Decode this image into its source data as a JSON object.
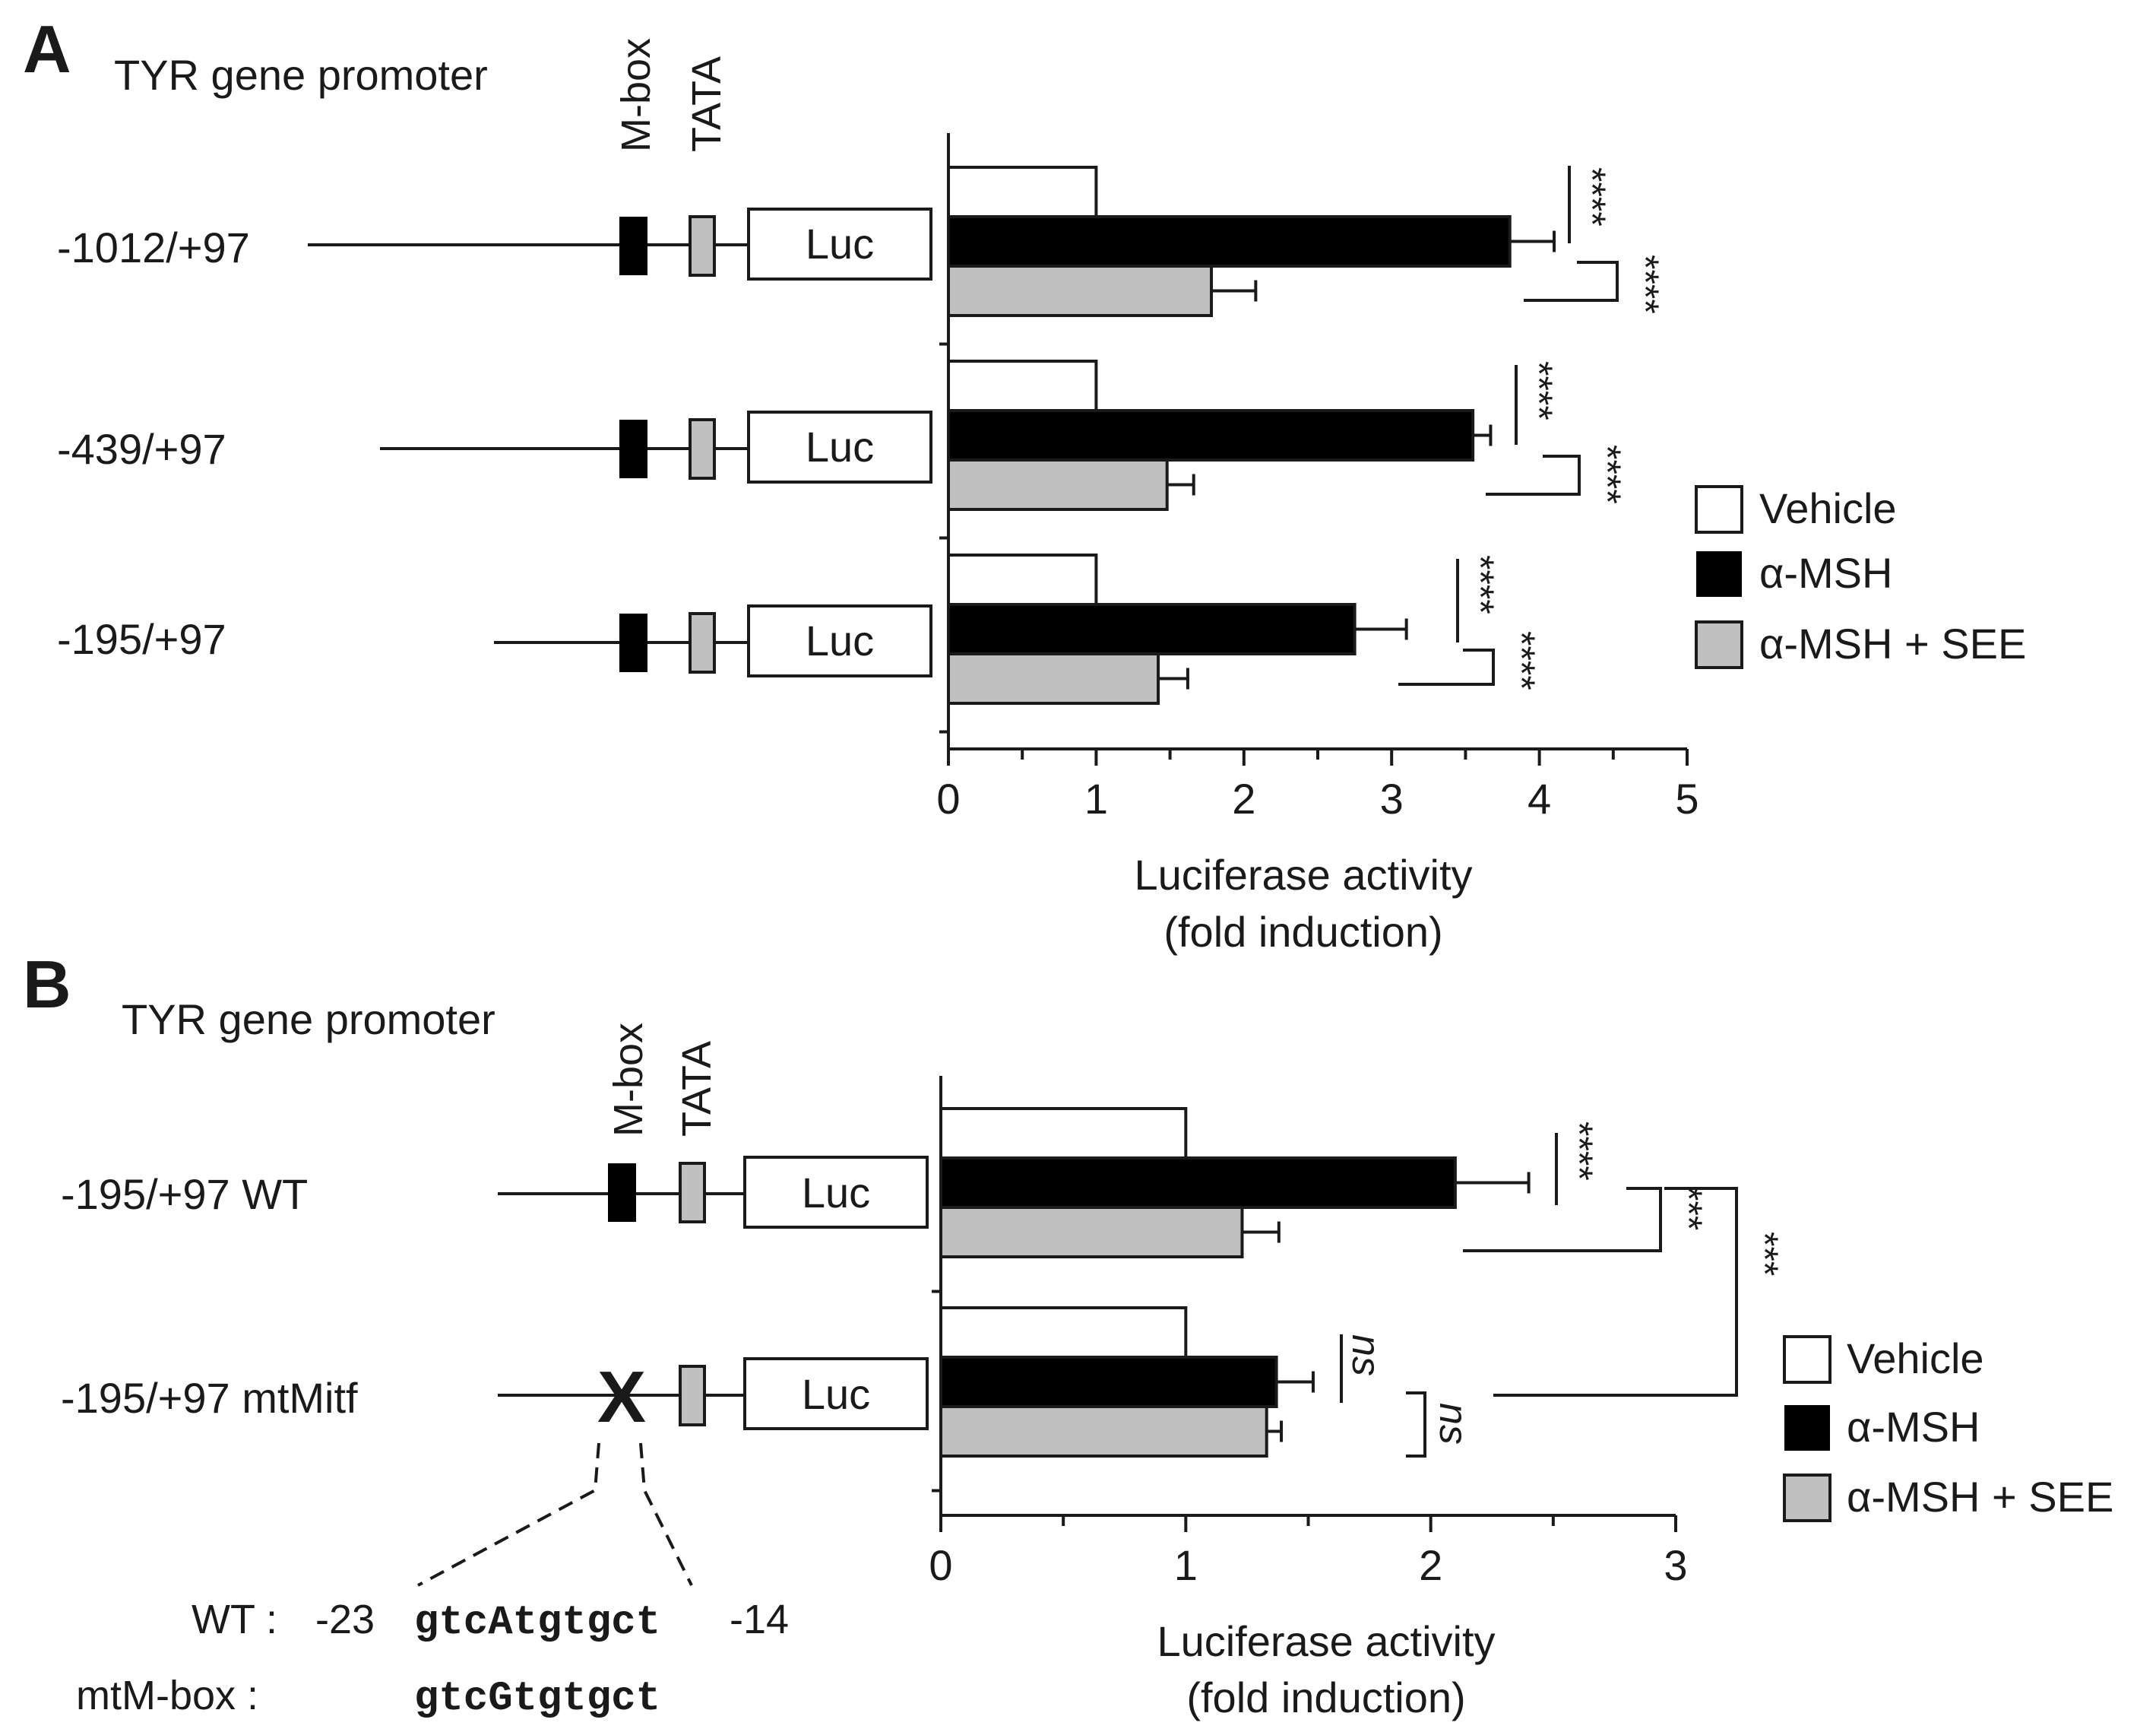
{
  "colors": {
    "vehicle": "#ffffff",
    "msh": "#000000",
    "see": "#c0c0c0",
    "stroke": "#1a1a1a"
  },
  "legend": {
    "vehicle": "Vehicle",
    "msh": "α-MSH",
    "see": "α-MSH + SEE"
  },
  "promoter": {
    "mbox": "M-box",
    "tata": "TATA",
    "luc": "Luc"
  },
  "panel_a": {
    "letter": "A",
    "title": "TYR gene promoter",
    "constructs": [
      "-1012/+97",
      "-439/+97",
      "-195/+97"
    ],
    "xlabel_line1": "Luciferase activity",
    "xlabel_line2": "(fold induction)",
    "sig": [
      "****",
      "****",
      "****",
      "****",
      "****",
      "****"
    ]
  },
  "panel_b": {
    "letter": "B",
    "title": "TYR gene promoter",
    "constructs": [
      "-195/+97 WT",
      "-195/+97 mtMitf"
    ],
    "mutation_mark": "X",
    "xlabel_line1": "Luciferase activity",
    "xlabel_line2": "(fold induction)",
    "sig": [
      "****",
      "***",
      "***",
      "ns",
      "ns"
    ],
    "seq": {
      "wt_label": "WT :",
      "wt_start": "-23",
      "wt_seq": "gtcAtgtgct",
      "wt_end": "-14",
      "mt_label": "mtM-box :",
      "mt_seq": "gtcGtgtgct"
    }
  },
  "chart_data": [
    {
      "type": "bar",
      "orientation": "horizontal",
      "categories": [
        "-1012/+97",
        "-439/+97",
        "-195/+97"
      ],
      "series": [
        {
          "name": "Vehicle",
          "values": [
            1.0,
            1.0,
            1.0
          ],
          "errors": [
            0,
            0,
            0
          ]
        },
        {
          "name": "α-MSH",
          "values": [
            3.8,
            3.55,
            2.75
          ],
          "errors": [
            0.3,
            0.12,
            0.35
          ]
        },
        {
          "name": "α-MSH + SEE",
          "values": [
            1.78,
            1.48,
            1.42
          ],
          "errors": [
            0.3,
            0.18,
            0.2
          ]
        }
      ],
      "xlabel": "Luciferase activity (fold induction)",
      "xlim": [
        0,
        5
      ],
      "xticks": [
        "0",
        "1",
        "2",
        "3",
        "4",
        "5"
      ],
      "legend": "right"
    },
    {
      "type": "bar",
      "orientation": "horizontal",
      "categories": [
        "-195/+97 WT",
        "-195/+97 mtMitf"
      ],
      "series": [
        {
          "name": "Vehicle",
          "values": [
            1.0,
            1.0
          ],
          "errors": [
            0,
            0
          ]
        },
        {
          "name": "α-MSH",
          "values": [
            2.1,
            1.37
          ],
          "errors": [
            0.3,
            0.15
          ]
        },
        {
          "name": "α-MSH + SEE",
          "values": [
            1.23,
            1.33
          ],
          "errors": [
            0.15,
            0.06
          ]
        }
      ],
      "xlabel": "Luciferase activity (fold induction)",
      "xlim": [
        0,
        3
      ],
      "xticks": [
        "0",
        "1",
        "2",
        "3"
      ],
      "legend": "right"
    }
  ]
}
